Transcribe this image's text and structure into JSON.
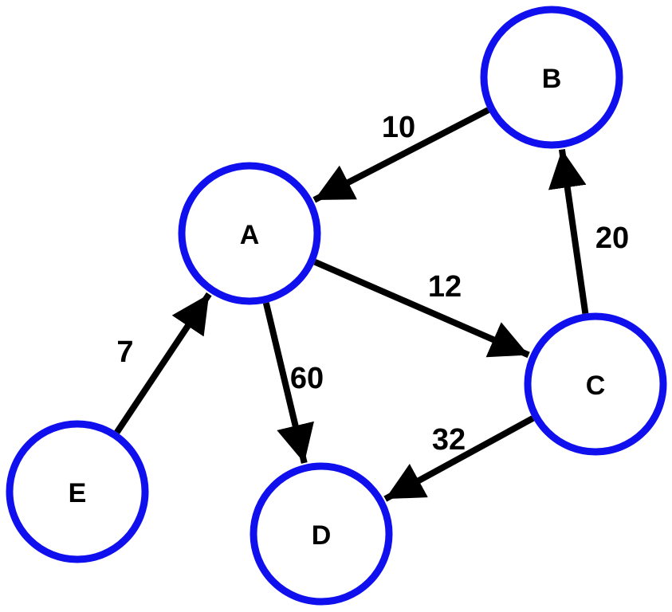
{
  "colors": {
    "node_stroke": "#1010ee",
    "node_fill": "#ffffff",
    "edge": "#000000",
    "text": "#000000"
  },
  "nodes": [
    {
      "id": "A",
      "label": "A"
    },
    {
      "id": "B",
      "label": "B"
    },
    {
      "id": "C",
      "label": "C"
    },
    {
      "id": "D",
      "label": "D"
    },
    {
      "id": "E",
      "label": "E"
    }
  ],
  "edges": [
    {
      "from": "B",
      "to": "A",
      "weight": "10"
    },
    {
      "from": "A",
      "to": "C",
      "weight": "12"
    },
    {
      "from": "C",
      "to": "B",
      "weight": "20"
    },
    {
      "from": "A",
      "to": "D",
      "weight": "60"
    },
    {
      "from": "C",
      "to": "D",
      "weight": "32"
    },
    {
      "from": "E",
      "to": "A",
      "weight": "7"
    }
  ]
}
